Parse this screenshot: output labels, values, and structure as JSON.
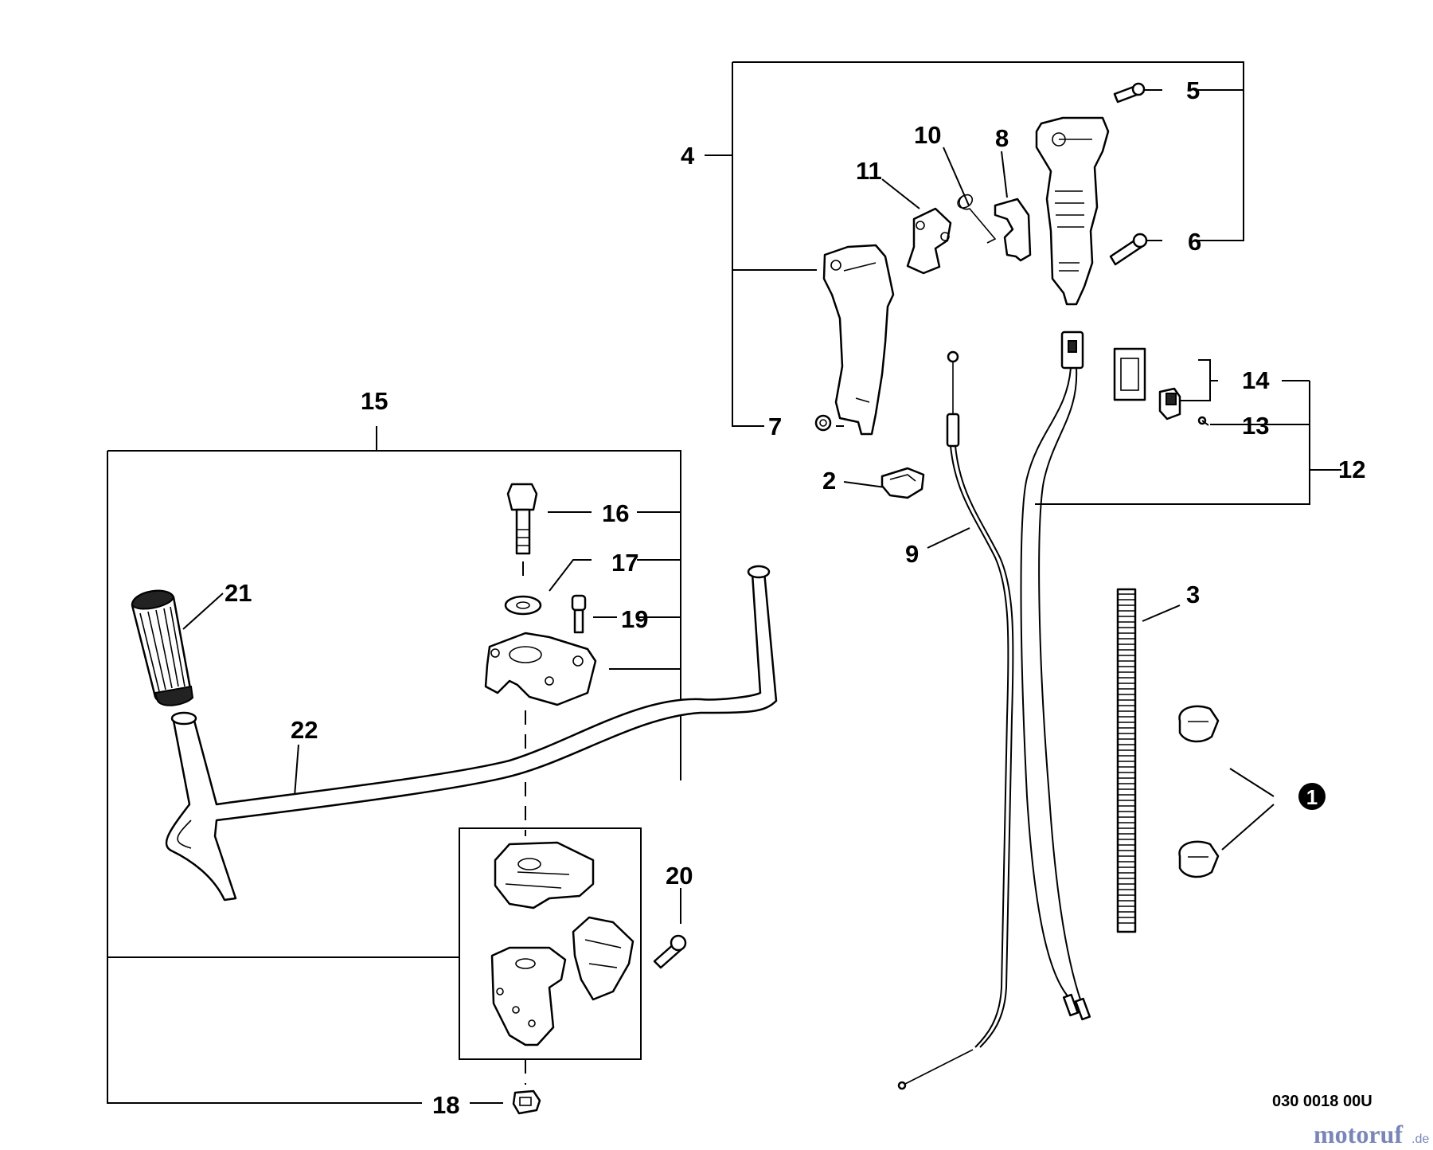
{
  "diagram": {
    "callouts": {
      "c1": "1",
      "c2": "2",
      "c3": "3",
      "c4": "4",
      "c5": "5",
      "c6": "6",
      "c7": "7",
      "c8": "8",
      "c9": "9",
      "c10": "10",
      "c11": "11",
      "c12": "12",
      "c13": "13",
      "c14": "14",
      "c15": "15",
      "c16": "16",
      "c17": "17",
      "c18": "18",
      "c19": "19",
      "c20": "20",
      "c21": "21",
      "c22": "22"
    },
    "reference_code": "030 0018 00U",
    "watermark": {
      "brand": "motoruf",
      "suffix": ".de"
    }
  }
}
